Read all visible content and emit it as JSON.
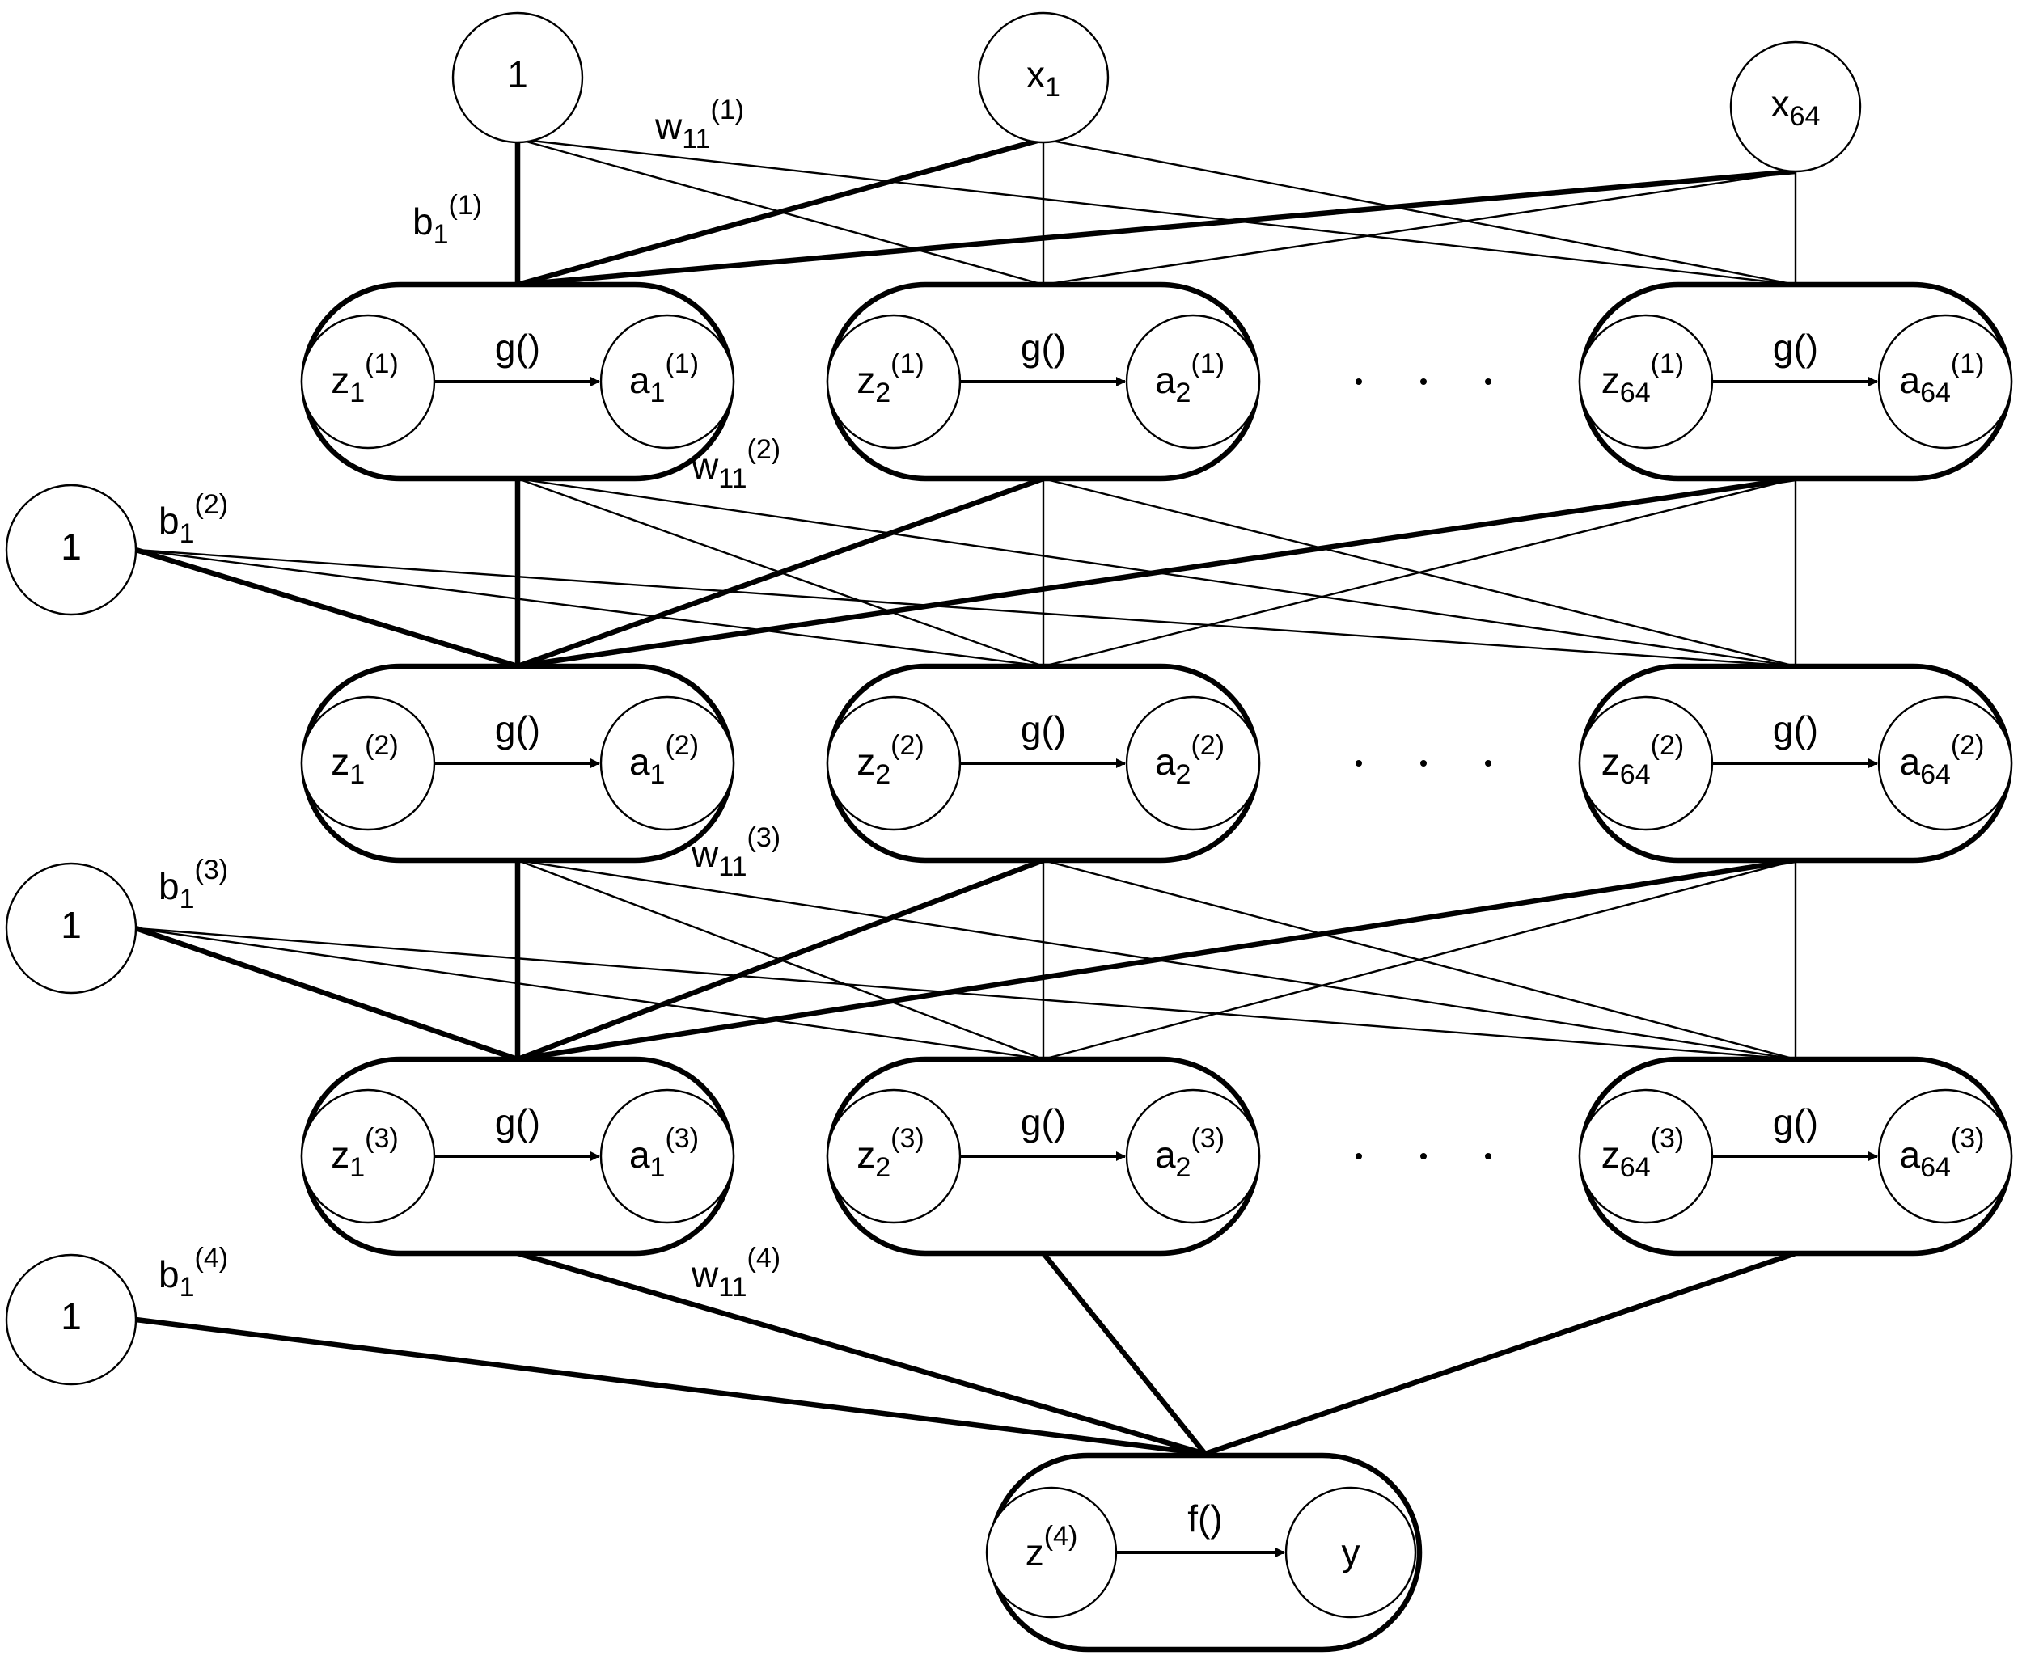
{
  "inputs": [
    {
      "text": "1",
      "sub": "",
      "sup": ""
    },
    {
      "text": "x",
      "sub": "1",
      "sup": ""
    },
    {
      "text": "x",
      "sub": "64",
      "sup": ""
    }
  ],
  "bias_nodes": [
    {
      "text": "1",
      "sub": "",
      "sup": ""
    },
    {
      "text": "1",
      "sub": "",
      "sup": ""
    },
    {
      "text": "1",
      "sub": "",
      "sup": ""
    }
  ],
  "layers": [
    {
      "activation": "g()",
      "units": [
        {
          "z": {
            "text": "z",
            "sub": "1",
            "sup": "(1)"
          },
          "a": {
            "text": "a",
            "sub": "1",
            "sup": "(1)"
          }
        },
        {
          "z": {
            "text": "z",
            "sub": "2",
            "sup": "(1)"
          },
          "a": {
            "text": "a",
            "sub": "2",
            "sup": "(1)"
          }
        },
        {
          "z": {
            "text": "z",
            "sub": "64",
            "sup": "(1)"
          },
          "a": {
            "text": "a",
            "sub": "64",
            "sup": "(1)"
          }
        }
      ]
    },
    {
      "activation": "g()",
      "units": [
        {
          "z": {
            "text": "z",
            "sub": "1",
            "sup": "(2)"
          },
          "a": {
            "text": "a",
            "sub": "1",
            "sup": "(2)"
          }
        },
        {
          "z": {
            "text": "z",
            "sub": "2",
            "sup": "(2)"
          },
          "a": {
            "text": "a",
            "sub": "2",
            "sup": "(2)"
          }
        },
        {
          "z": {
            "text": "z",
            "sub": "64",
            "sup": "(2)"
          },
          "a": {
            "text": "a",
            "sub": "64",
            "sup": "(2)"
          }
        }
      ]
    },
    {
      "activation": "g()",
      "units": [
        {
          "z": {
            "text": "z",
            "sub": "1",
            "sup": "(3)"
          },
          "a": {
            "text": "a",
            "sub": "1",
            "sup": "(3)"
          }
        },
        {
          "z": {
            "text": "z",
            "sub": "2",
            "sup": "(3)"
          },
          "a": {
            "text": "a",
            "sub": "2",
            "sup": "(3)"
          }
        },
        {
          "z": {
            "text": "z",
            "sub": "64",
            "sup": "(3)"
          },
          "a": {
            "text": "a",
            "sub": "64",
            "sup": "(3)"
          }
        }
      ]
    }
  ],
  "output": {
    "activation": "f()",
    "z": {
      "text": "z",
      "sub": "",
      "sup": "(4)"
    },
    "y": {
      "text": "y",
      "sub": "",
      "sup": ""
    }
  },
  "edge_labels": [
    {
      "text": "w",
      "sub": "11",
      "sup": "(1)"
    },
    {
      "text": "b",
      "sub": "1",
      "sup": "(1)"
    },
    {
      "text": "w",
      "sub": "11",
      "sup": "(2)"
    },
    {
      "text": "b",
      "sub": "1",
      "sup": "(2)"
    },
    {
      "text": "w",
      "sub": "11",
      "sup": "(3)"
    },
    {
      "text": "b",
      "sub": "1",
      "sup": "(3)"
    },
    {
      "text": "w",
      "sub": "11",
      "sup": "(4)"
    },
    {
      "text": "b",
      "sub": "1",
      "sup": "(4)"
    }
  ],
  "ellipsis_dots": 3
}
